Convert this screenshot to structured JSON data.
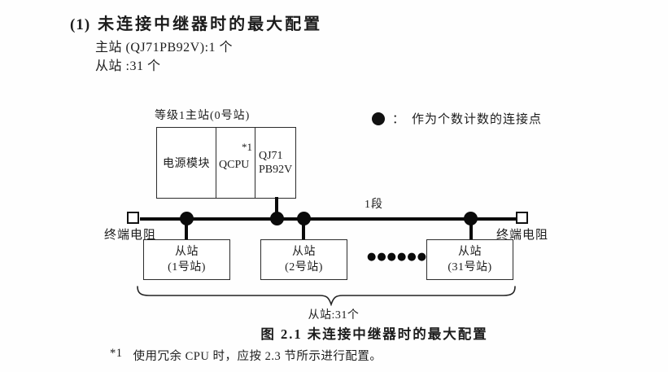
{
  "colors": {
    "ink": "#1c1c1c",
    "line": "#0b0b0b",
    "background": "#fefefe"
  },
  "heading": {
    "number": "(1)",
    "title": "未连接中继器时的最大配置"
  },
  "intro": {
    "master_line": "主站 (QJ71PB92V):1 个",
    "slave_line": "从站 :31 个"
  },
  "master_station": {
    "label": "等级1主站(0号站)",
    "power_module": "电源模块",
    "cpu": "QCPU",
    "cpu_note": "*1",
    "pb_module_line1": "QJ71",
    "pb_module_line2": "PB92V"
  },
  "legend": {
    "separator": "：",
    "label": "作为个数计数的连接点"
  },
  "bus": {
    "segment_label": "1段",
    "terminator_left_label": "终端电阻",
    "terminator_right_label": "终端电阻"
  },
  "slaves": [
    {
      "name": "从站",
      "station": "(1号站)"
    },
    {
      "name": "从站",
      "station": "(2号站)"
    },
    {
      "name": "从站",
      "station": "(31号站)"
    }
  ],
  "ellipsis": "●●●●●●",
  "brace_label": "从站:31个",
  "caption": "图 2.1 未连接中继器时的最大配置",
  "footnote": {
    "marker": "*1",
    "text": "使用冗余 CPU 时，应按 2.3 节所示进行配置。"
  }
}
